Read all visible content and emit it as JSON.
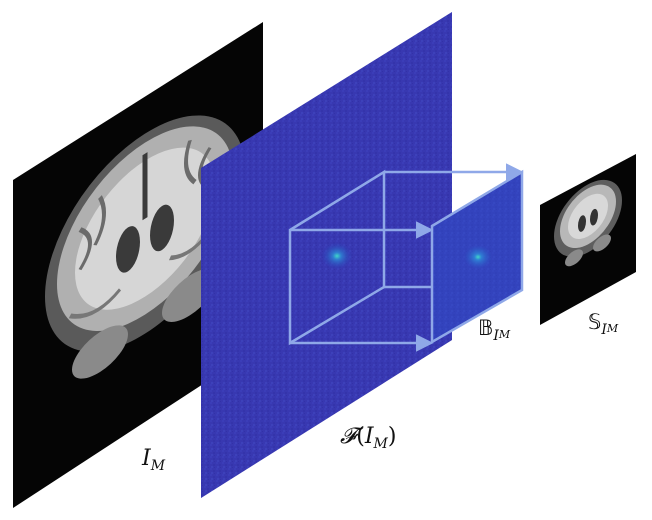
{
  "labels": {
    "image": {
      "main": "I",
      "sub": "M"
    },
    "fourier": {
      "func": "𝓕",
      "open": "(",
      "arg": "I",
      "sub": "M",
      "close": ")"
    },
    "band": {
      "main": "𝔹",
      "sub": "I",
      "subsub": "M"
    },
    "small": {
      "main": "𝕊",
      "sub": "I",
      "subsub": "M"
    }
  },
  "colors": {
    "fourier_plane": "#3a3ab4",
    "arrow": "#8fa8e8",
    "brain_bg": "#050505"
  }
}
